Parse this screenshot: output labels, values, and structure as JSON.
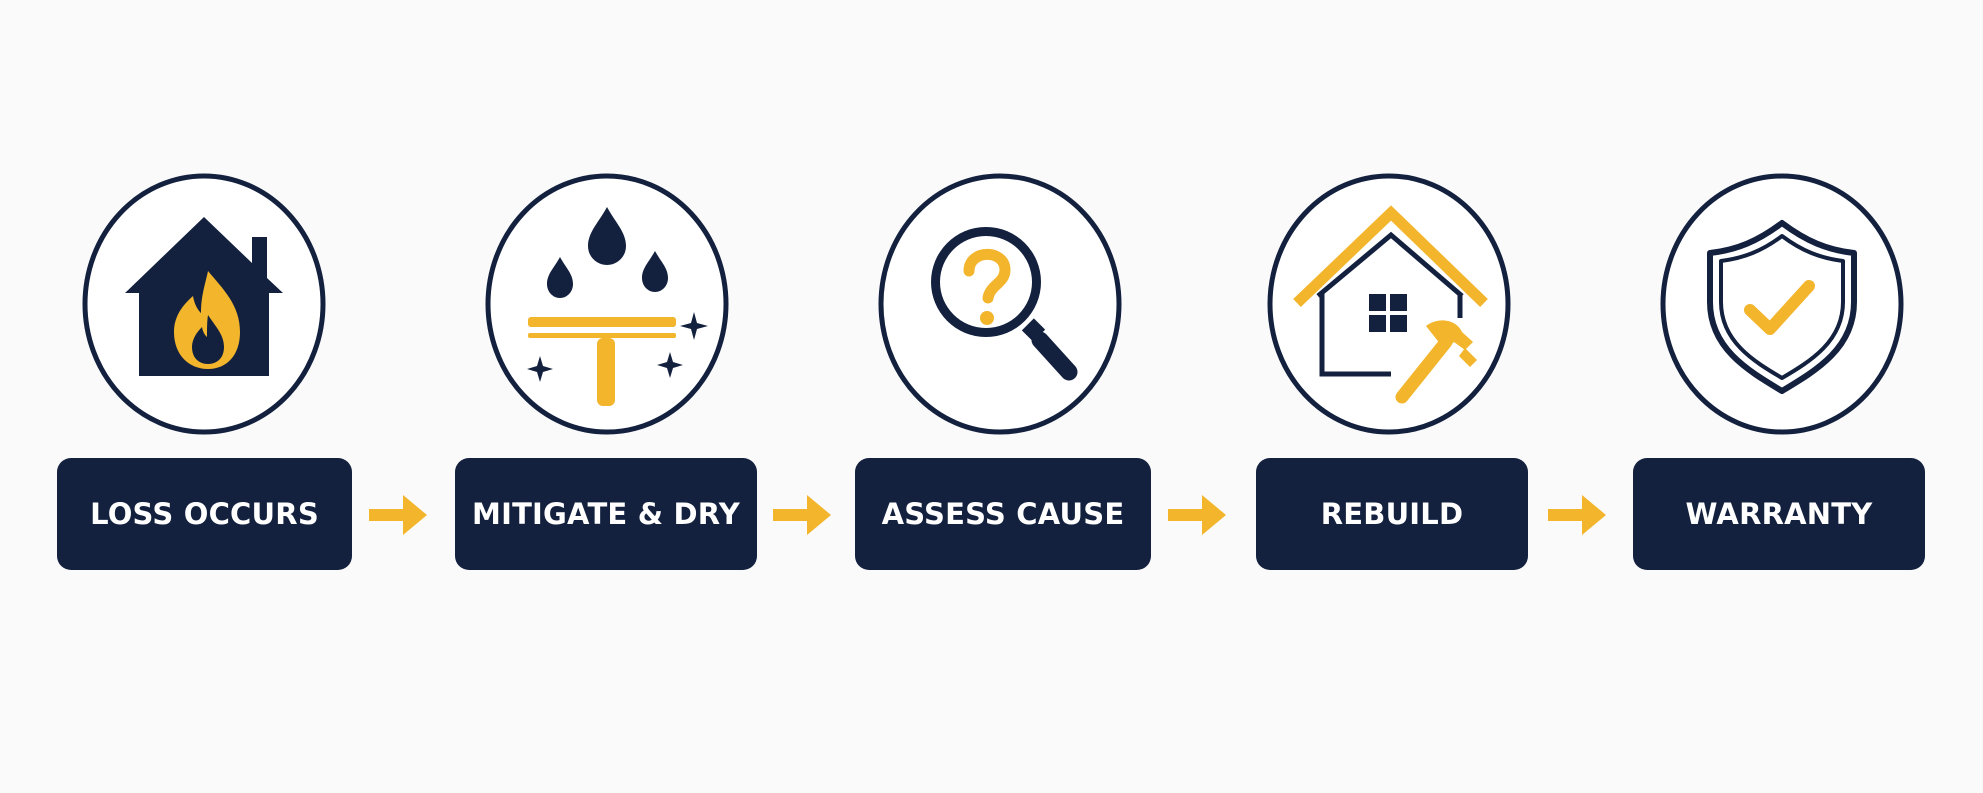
{
  "colors": {
    "background": "#fafafa",
    "navy": "#13213f",
    "gold": "#f2b52c"
  },
  "steps": [
    {
      "label": "LOSS OCCURS",
      "icon": "house-fire-icon"
    },
    {
      "label": "MITIGATE & DRY",
      "icon": "water-squeegee-icon"
    },
    {
      "label": "ASSESS CAUSE",
      "icon": "magnifier-question-icon"
    },
    {
      "label": "REBUILD",
      "icon": "house-hammer-icon"
    },
    {
      "label": "WARRANTY",
      "icon": "shield-check-icon"
    }
  ],
  "arrows": [
    "arrow-right-icon",
    "arrow-right-icon",
    "arrow-right-icon",
    "arrow-right-icon"
  ]
}
